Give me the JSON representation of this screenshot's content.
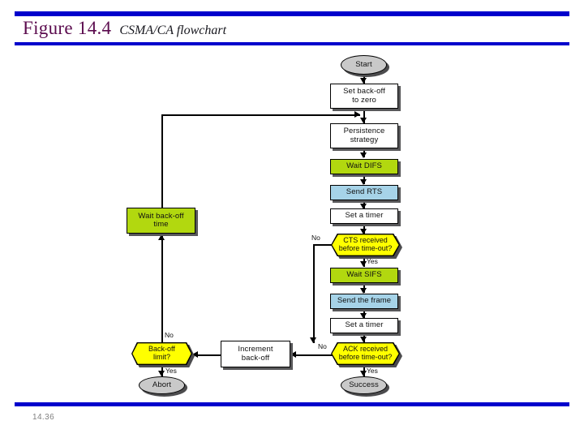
{
  "slide": {
    "figure_label": "Figure 14.4",
    "figure_caption": "CSMA/CA flowchart",
    "page_number": "14.36",
    "accent_color": "#0000CC",
    "title_color": "#5B0B4E"
  },
  "flowchart": {
    "title": "CSMA/CA flowchart",
    "colors": {
      "green": "#B2D80F",
      "blue": "#A6D3E8",
      "yellow": "#FFFF00",
      "gray_terminal": "#C9C9C9",
      "white": "#FFFFFF",
      "shadow": "#58585A"
    },
    "nodes": [
      {
        "id": "start",
        "label": "Start",
        "shape": "oval",
        "fill": "gray_terminal"
      },
      {
        "id": "set_backoff",
        "label": "Set back-off\nto zero",
        "shape": "rectangle",
        "fill": "white"
      },
      {
        "id": "persistence",
        "label": "Persistence\nstrategy",
        "shape": "rectangle",
        "fill": "white"
      },
      {
        "id": "wait_difs",
        "label": "Wait DIFS",
        "shape": "rectangle",
        "fill": "green"
      },
      {
        "id": "send_rts",
        "label": "Send RTS",
        "shape": "rectangle",
        "fill": "blue"
      },
      {
        "id": "set_timer_1",
        "label": "Set a timer",
        "shape": "rectangle",
        "fill": "white"
      },
      {
        "id": "cts_received",
        "label": "CTS received\nbefore time-out?",
        "shape": "hexagon",
        "fill": "yellow"
      },
      {
        "id": "wait_sifs",
        "label": "Wait SIFS",
        "shape": "rectangle",
        "fill": "green"
      },
      {
        "id": "send_frame",
        "label": "Send the frame",
        "shape": "rectangle",
        "fill": "blue"
      },
      {
        "id": "set_timer_2",
        "label": "Set a timer",
        "shape": "rectangle",
        "fill": "white"
      },
      {
        "id": "ack_received",
        "label": "ACK received\nbefore time-out?",
        "shape": "hexagon",
        "fill": "yellow"
      },
      {
        "id": "success",
        "label": "Success",
        "shape": "oval",
        "fill": "gray_terminal"
      },
      {
        "id": "increment",
        "label": "Increment\nback-off",
        "shape": "rectangle",
        "fill": "white"
      },
      {
        "id": "backoff_limit",
        "label": "Back-off\nlimit?",
        "shape": "hexagon",
        "fill": "yellow"
      },
      {
        "id": "abort",
        "label": "Abort",
        "shape": "oval",
        "fill": "gray_terminal"
      },
      {
        "id": "wait_backoff",
        "label": "Wait back-off\ntime",
        "shape": "rectangle",
        "fill": "green"
      }
    ],
    "node_text": {
      "start": "Start",
      "set_backoff_line1": "Set back-off",
      "set_backoff_line2": "to zero",
      "persistence_line1": "Persistence",
      "persistence_line2": "strategy",
      "wait_difs": "Wait DIFS",
      "send_rts": "Send RTS",
      "set_timer_1": "Set a timer",
      "cts_line1": "CTS received",
      "cts_line2": "before time-out?",
      "wait_sifs": "Wait SIFS",
      "send_frame": "Send the frame",
      "set_timer_2": "Set a timer",
      "ack_line1": "ACK received",
      "ack_line2": "before time-out?",
      "success": "Success",
      "increment_line1": "Increment",
      "increment_line2": "back-off",
      "backoff_limit_line1": "Back-off",
      "backoff_limit_line2": "limit?",
      "abort": "Abort",
      "wait_backoff_line1": "Wait back-off",
      "wait_backoff_line2": "time"
    },
    "edge_labels": {
      "cts_no": "No",
      "cts_yes": "Yes",
      "ack_no": "No",
      "ack_yes": "Yes",
      "limit_no": "No",
      "limit_yes": "Yes"
    },
    "edges": [
      {
        "from": "start",
        "to": "set_backoff",
        "label": ""
      },
      {
        "from": "set_backoff",
        "to": "persistence",
        "label": ""
      },
      {
        "from": "persistence",
        "to": "wait_difs",
        "label": ""
      },
      {
        "from": "wait_difs",
        "to": "send_rts",
        "label": ""
      },
      {
        "from": "send_rts",
        "to": "set_timer_1",
        "label": ""
      },
      {
        "from": "set_timer_1",
        "to": "cts_received",
        "label": ""
      },
      {
        "from": "cts_received",
        "to": "wait_sifs",
        "label": "Yes"
      },
      {
        "from": "cts_received",
        "to": "increment",
        "label": "No"
      },
      {
        "from": "wait_sifs",
        "to": "send_frame",
        "label": ""
      },
      {
        "from": "send_frame",
        "to": "set_timer_2",
        "label": ""
      },
      {
        "from": "set_timer_2",
        "to": "ack_received",
        "label": ""
      },
      {
        "from": "ack_received",
        "to": "success",
        "label": "Yes"
      },
      {
        "from": "ack_received",
        "to": "increment",
        "label": "No"
      },
      {
        "from": "increment",
        "to": "backoff_limit",
        "label": ""
      },
      {
        "from": "backoff_limit",
        "to": "abort",
        "label": "Yes"
      },
      {
        "from": "backoff_limit",
        "to": "wait_backoff",
        "label": "No"
      },
      {
        "from": "wait_backoff",
        "to": "persistence",
        "label": ""
      }
    ]
  }
}
